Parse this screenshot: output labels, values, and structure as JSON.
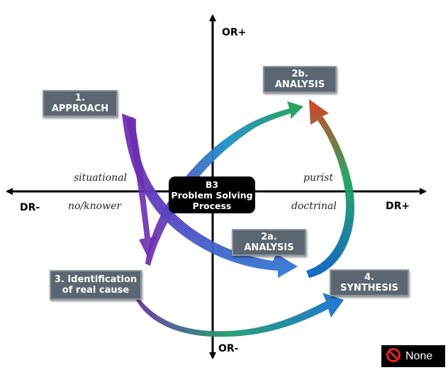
{
  "axes": {
    "top": "OR+",
    "bottom": "OR-",
    "left": "DR-",
    "right": "DR+"
  },
  "quadrants": {
    "top_left": "situational",
    "bottom_left": "no/knower",
    "top_right": "purist",
    "bottom_right": "doctrinal"
  },
  "center": {
    "line1": "B3",
    "line2": "Problem Solving",
    "line3": "Process"
  },
  "steps": {
    "approach": {
      "line1": "1.",
      "line2": "APPROACH"
    },
    "analysis_2b": {
      "line1": "2b.",
      "line2": "ANALYSIS"
    },
    "analysis_2a": {
      "line1": "2a.",
      "line2": "ANALYSIS"
    },
    "identification": {
      "line1": "3. Identification",
      "line2": "of real cause"
    },
    "synthesis": {
      "line1": "4.",
      "line2": "SYNTHESIS"
    }
  },
  "badge": {
    "label": "None",
    "icon": "prohibited-icon"
  },
  "colors": {
    "box_fill": "#5b6670",
    "purple": "#7a2cb0",
    "blue": "#1a6fd1",
    "green": "#19a557",
    "red": "#d23a1c"
  }
}
